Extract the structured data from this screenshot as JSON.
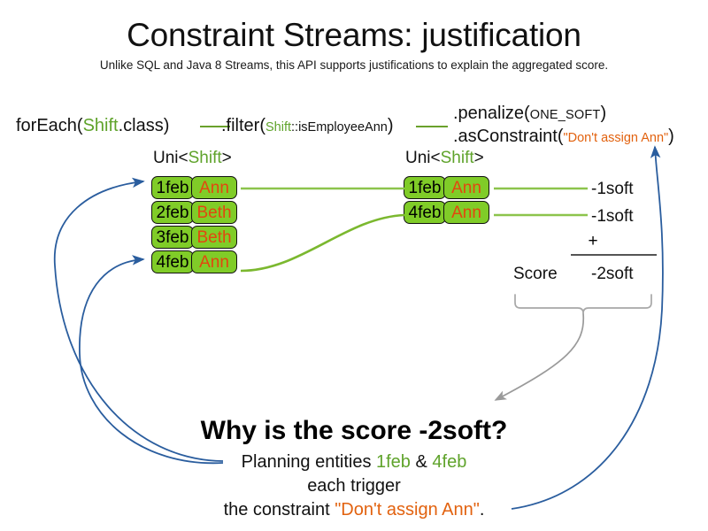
{
  "header": {
    "title": "Constraint Streams: justification",
    "subtitle": "Unlike SQL and Java 8 Streams, this API supports justifications to explain the aggregated score."
  },
  "pipeline": {
    "foreach": {
      "prefix": "forEach(",
      "type": "Shift",
      "suffix": ".class)"
    },
    "filter": {
      "prefix": ".filter(",
      "type": "Shift",
      "method": "::isEmployeeAnn",
      "suffix": ")"
    },
    "penalize": {
      "prefix": ".penalize(",
      "level": "ONE_SOFT",
      "suffix": ")"
    },
    "as_constraint": {
      "prefix": ".asConstraint(",
      "constraint_name": "\"Don't assign Ann\"",
      "suffix": ")"
    }
  },
  "streams": {
    "left": {
      "label_prefix": "Uni<",
      "label_type": "Shift",
      "label_suffix": ">",
      "rows": [
        {
          "date": "1feb",
          "name": "Ann"
        },
        {
          "date": "2feb",
          "name": "Beth"
        },
        {
          "date": "3feb",
          "name": "Beth"
        },
        {
          "date": "4feb",
          "name": "Ann"
        }
      ]
    },
    "right": {
      "label_prefix": "Uni<",
      "label_type": "Shift",
      "label_suffix": ">",
      "rows": [
        {
          "date": "1feb",
          "name": "Ann"
        },
        {
          "date": "4feb",
          "name": "Ann"
        }
      ]
    }
  },
  "score": {
    "penalties": [
      "-1soft",
      "-1soft"
    ],
    "operator": "+",
    "label": "Score",
    "total": "-2soft"
  },
  "explanation": {
    "heading": "Why is the score -2soft?",
    "line1_prefix": "Planning entities ",
    "line1_entity_a": "1feb",
    "line1_amp": " & ",
    "line1_entity_b": "4feb",
    "line2": "each trigger",
    "line3_prefix": "the constraint ",
    "line3_constraint": "\"Don't assign Ann\"",
    "line3_suffix": "."
  },
  "colors": {
    "cell_green": "#80cc28",
    "text_orange": "#e2470f",
    "type_green": "#5fa32b",
    "connector_green": "#8cc44c",
    "arrow_blue": "#2a5d9e",
    "brace_gray": "#9a9a9a"
  }
}
